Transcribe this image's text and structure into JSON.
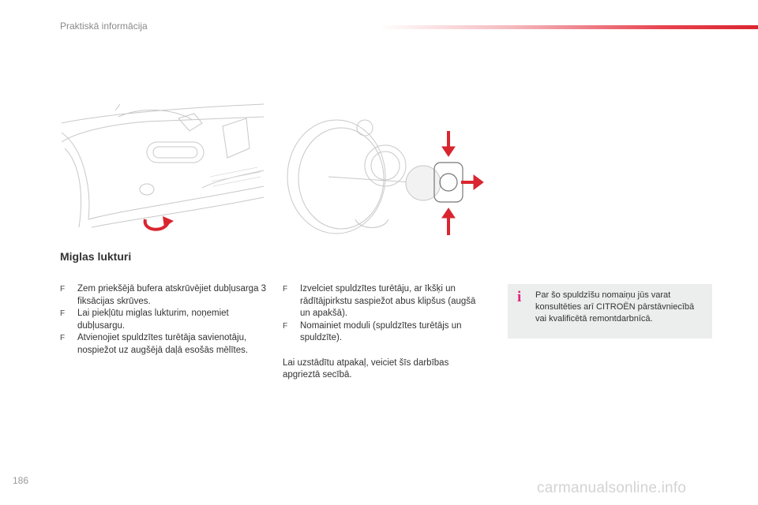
{
  "header": {
    "section": "Praktiskā informācija"
  },
  "section_title": "Miglas lukturi",
  "column_1": {
    "steps": [
      {
        "mark": "F",
        "text": "Zem priekšējā bufera atskrūvējiet dubļusarga 3 fiksācijas skrūves."
      },
      {
        "mark": "F",
        "text": "Lai piekļūtu miglas lukturim, noņemiet dubļusargu."
      },
      {
        "mark": "F",
        "text": "Atvienojiet spuldzītes turētāja savienotāju, nospiežot uz augšējā daļā esošās mēlītes."
      }
    ]
  },
  "column_2": {
    "steps": [
      {
        "mark": "F",
        "text": "Izvelciet spuldzītes turētāju, ar īkšķi un rādītājpirkstu saspiežot abus klipšus (augšā un apakšā)."
      },
      {
        "mark": "F",
        "text": "Nomainiet moduli (spuldzītes turētājs un spuldzīte)."
      }
    ],
    "note": "Lai uzstādītu atpakaļ, veiciet šīs darbības apgrieztā secībā."
  },
  "info_box": {
    "icon": "info-icon",
    "icon_glyph": "i",
    "text": "Par šo spuldzīšu nomaiņu jūs varat konsultēties arī CITROËN pārstāvniecībā vai kvalificētā remontdarbnīcā.",
    "accent_color": "#e2267c"
  },
  "footer": {
    "page_number": "186",
    "watermark": "carmanualsonline.info"
  },
  "colors": {
    "accent_red": "#d9252f",
    "box_bg": "#eceded"
  }
}
